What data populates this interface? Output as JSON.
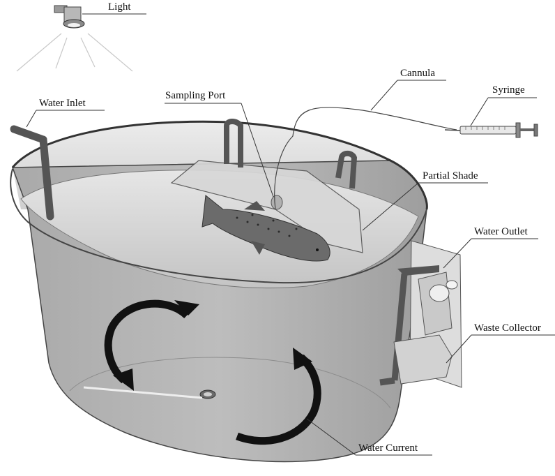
{
  "labels": {
    "light": "Light",
    "water_inlet": "Water Inlet",
    "sampling_port": "Sampling Port",
    "cannula": "Cannula",
    "syringe": "Syringe",
    "partial_shade": "Partial Shade",
    "water_outlet": "Water Outlet",
    "waste_collector": "Waste Collector",
    "water_current": "Water Current"
  },
  "colors": {
    "tank_fill": "#b3b3b3",
    "tank_rim": "#555555",
    "water": "#c8c8c8",
    "pipe": "#555555",
    "arrow": "#111111",
    "fish": "#5a5a5a"
  }
}
